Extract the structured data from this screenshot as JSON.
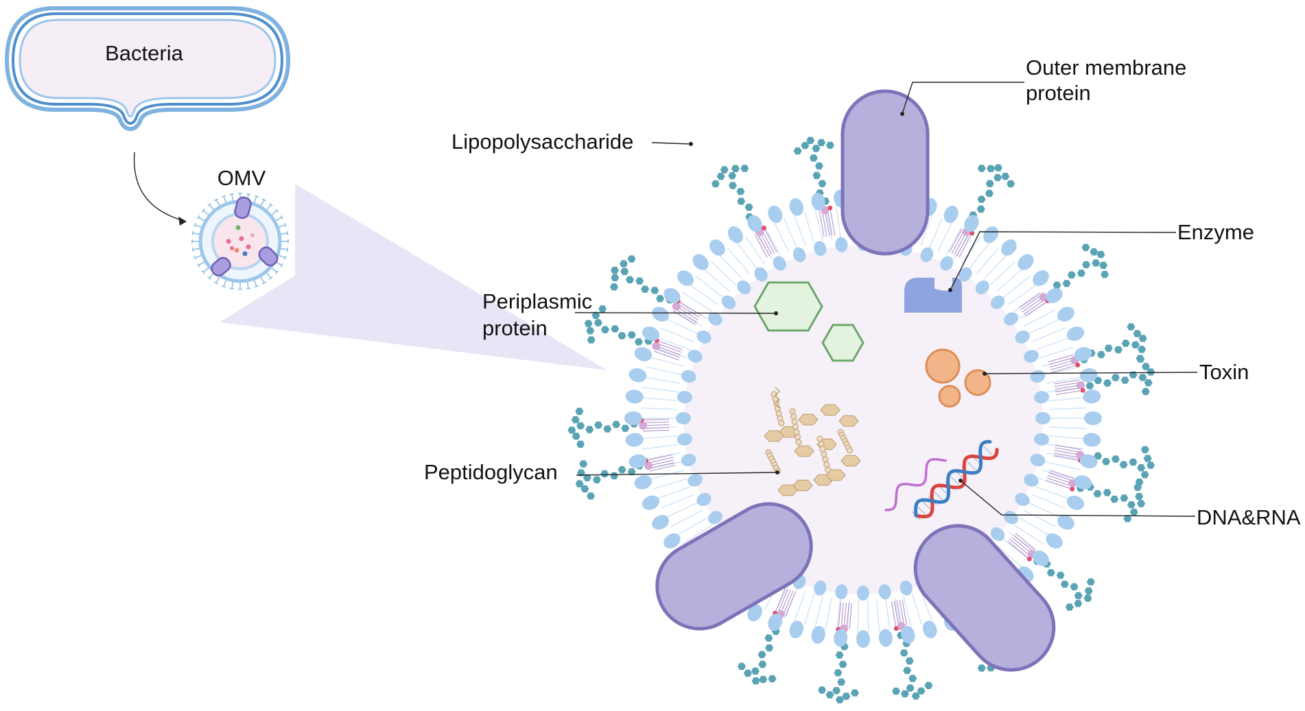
{
  "bacteria_label": "Bacteria",
  "omv_label": "OMV",
  "labels": {
    "outer_membrane_protein": [
      "Outer membrane",
      "protein"
    ],
    "lipopolysaccharide": "Lipopolysaccharide",
    "enzyme": "Enzyme",
    "periplasmic_protein": [
      "Periplasmic",
      "protein"
    ],
    "toxin": "Toxin",
    "peptidoglycan": "Peptidoglycan",
    "dna_rna": "DNA&RNA"
  },
  "colors": {
    "membrane_head": "#a9cdef",
    "membrane_tail": "#cfe3f5",
    "lumen": "#f6f0f8",
    "protein_fill": "#b5b0dc",
    "protein_stroke": "#7e72b8",
    "lps_chain": "#5aa3b5",
    "enzyme": "#8ea4de",
    "periplasmic_fill": "#e4f3df",
    "periplasmic_stroke": "#6aa86a",
    "toxin_fill": "#f2b58a",
    "toxin_stroke": "#dc8d56",
    "peptidoglycan": "#e6cca4",
    "dna_red": "#d8443c",
    "dna_blue": "#3b7fc2",
    "rna": "#c06ed0",
    "zoom_cone": "#e4e4f6"
  }
}
